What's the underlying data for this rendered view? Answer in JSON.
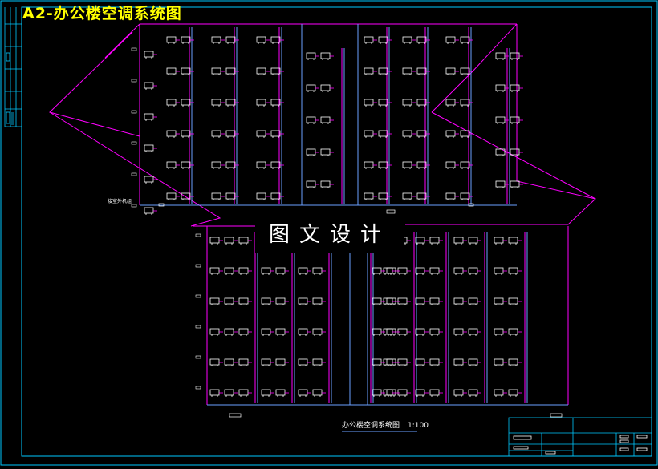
{
  "title": "A2-办公楼空调系统图",
  "watermark": "图文设计",
  "caption": {
    "text": "办公楼空调系统图",
    "scale": "1:100"
  },
  "labels": {
    "outdoor_unit": "接室外机组"
  },
  "colors": {
    "background": "#000000",
    "frame": "#00c8ff",
    "pipe": "#ff00ff",
    "riser": "#6aa0ff",
    "unit": "#ffffff",
    "title": "#ffff00"
  }
}
